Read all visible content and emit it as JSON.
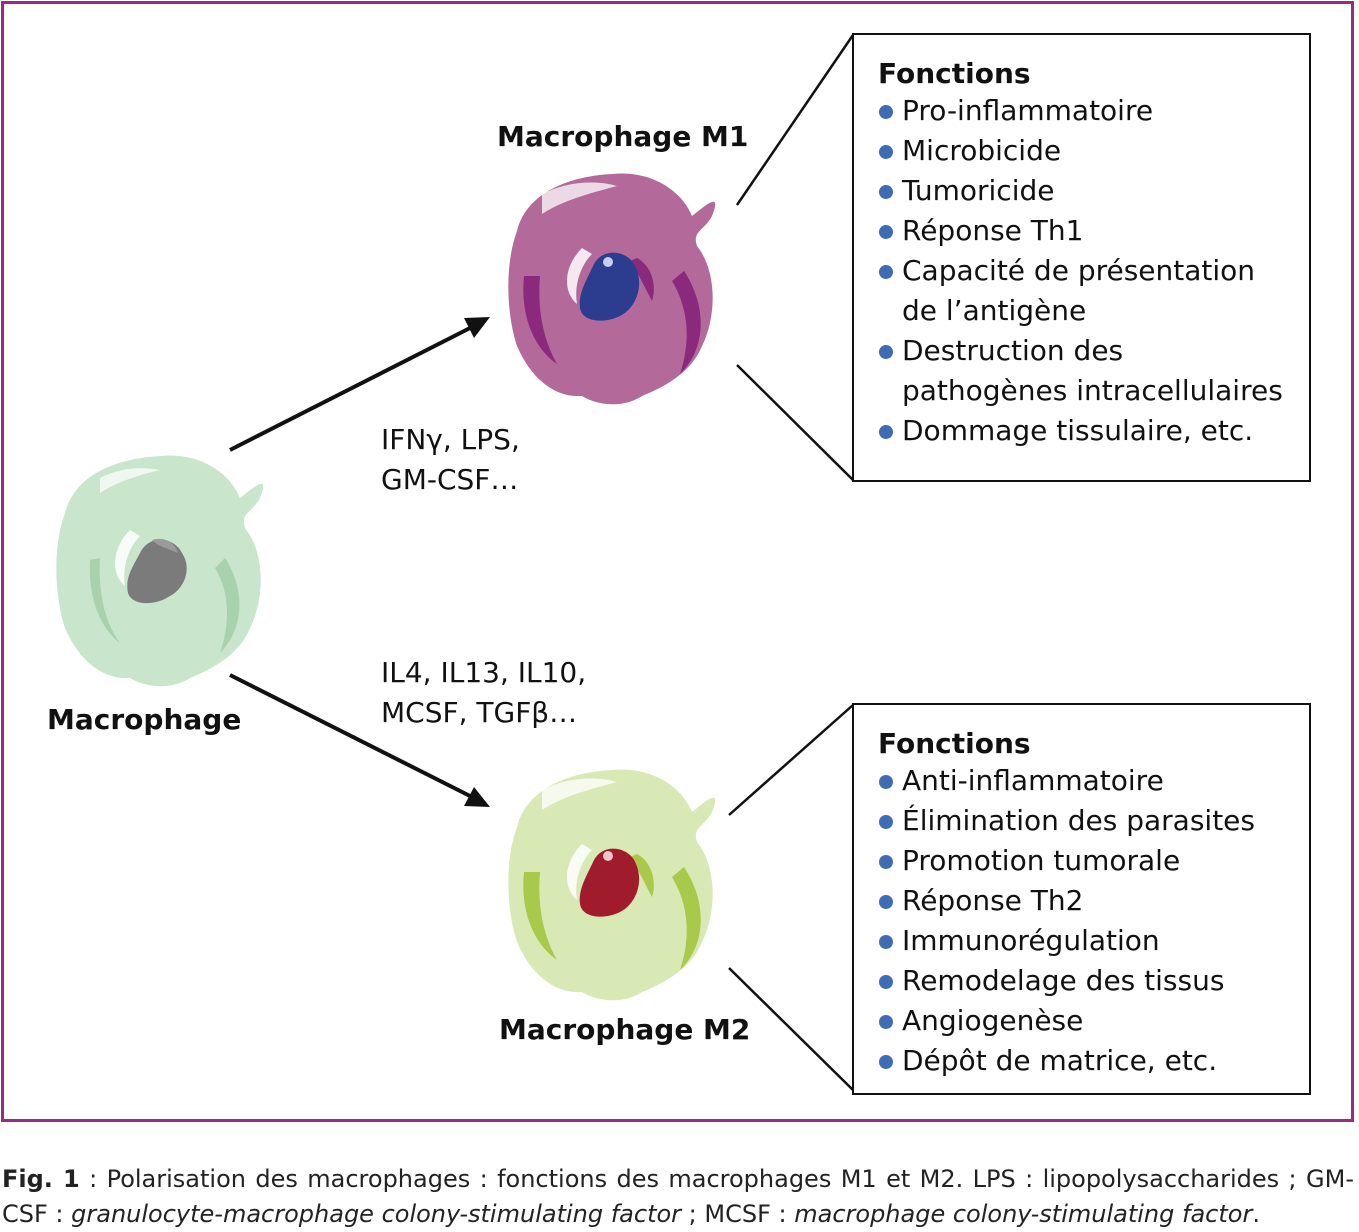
{
  "labels": {
    "m1": "Macrophage M1",
    "m0": "Macrophage",
    "m2": "Macrophage M2"
  },
  "stimuli": {
    "m1_line1": "IFNγ, LPS,",
    "m1_line2": "GM-CSF…",
    "m2_line1": "IL4, IL13, IL10,",
    "m2_line2": "MCSF, TGFβ…"
  },
  "m1_box": {
    "title": "Fonctions",
    "items": [
      "Pro-inflammatoire",
      "Microbicide",
      "Tumoricide",
      "Réponse Th1",
      "Capacité de présentation",
      "de l’antigène",
      "Destruction des",
      "pathogènes intracellulaires",
      "Dommage tissulaire, etc."
    ]
  },
  "m2_box": {
    "title": "Fonctions",
    "items": [
      "Anti-inflammatoire",
      "Élimination des parasites",
      "Promotion tumorale",
      "Réponse Th2",
      "Immunorégulation",
      "Remodelage des tissus",
      "Angiogenèse",
      "Dépôt de matrice, etc."
    ]
  },
  "caption": {
    "fig": "Fig. 1",
    "part1": " : Polarisation des macrophages : fonctions des macrophages M1 et M2. LPS : lipopolysaccharides ; GM-CSF : ",
    "ital1": "granulocyte-macrophage colony-stimulating factor",
    "part2": " ; MCSF : ",
    "ital2": "macrophage colony-stimulating factor",
    "part3": "."
  },
  "colors": {
    "frame": "#9a2a82",
    "bullet": "#3f6db5",
    "m0_body": "#c9e6cc",
    "m0_shade": "#a8d2ae",
    "m0_nucleus": "#7b7b7b",
    "m1_body": "#b36a9a",
    "m1_shade": "#8b2a7c",
    "m1_nucleus": "#2c3d8f",
    "m2_body": "#d8e9b6",
    "m2_shade": "#a8c94a",
    "m2_nucleus": "#a01c2c"
  },
  "icons": [
    "cell-macrophage",
    "cell-m1",
    "cell-m2",
    "arrow-head"
  ]
}
